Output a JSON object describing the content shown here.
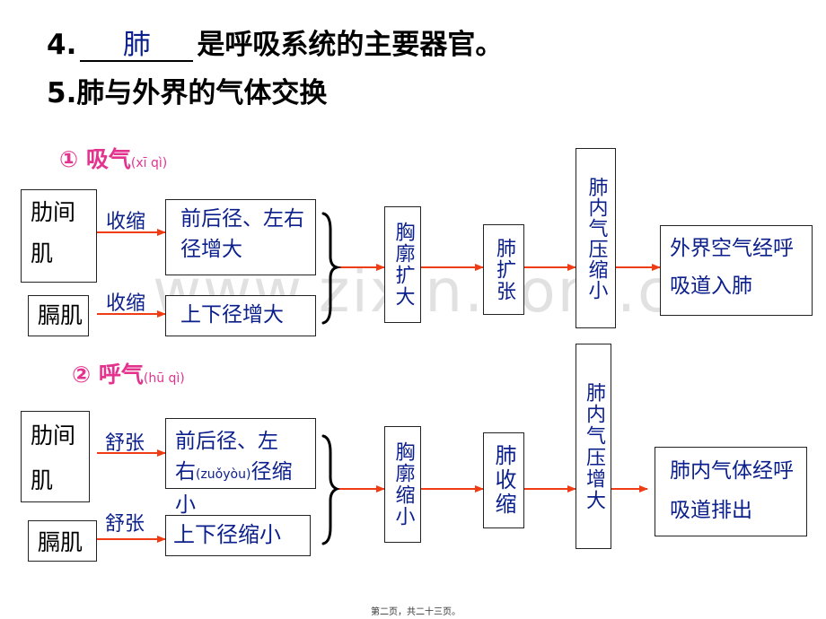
{
  "slide": {
    "q4_number": "4.",
    "q4_answer": "肺",
    "q4_rest": "是呼吸系统的主要器官。",
    "q5": "5.肺与外界的气体交换"
  },
  "inhale": {
    "title": "① 吸气",
    "pinyin": "(xī qì)",
    "rib_muscle": "肋间肌",
    "rib_action": "收缩",
    "rib_effect": "前后径、左右径增大",
    "diaphragm": "膈肌",
    "diaphragm_action": "收缩",
    "diaphragm_effect": "上下径增大",
    "thorax": "胸廓扩大",
    "lung": "肺扩张",
    "pressure": "肺内气压缩小",
    "result": "外界空气经呼吸道入肺"
  },
  "exhale": {
    "title": "② 呼气",
    "pinyin": "(hū qì)",
    "rib_muscle": "肋间肌",
    "rib_action": "舒张",
    "rib_effect_a": "前后径、左",
    "rib_effect_b": "右",
    "rib_effect_pinyin": "(zuǒyòu)",
    "rib_effect_c": "径缩",
    "rib_effect_d": "小",
    "diaphragm": "膈肌",
    "diaphragm_action": "舒张",
    "diaphragm_effect": "上下径缩小",
    "thorax": "胸廓缩小",
    "lung": "肺收缩",
    "pressure": "肺内气压增大",
    "result": "肺内气体经呼吸道排出"
  },
  "watermark": "www.zixin.com.cn",
  "footer": "第二页，共二十三页。",
  "colors": {
    "arrow": "#f03c14",
    "phase_title": "#e3338f",
    "box_text": "#0b1f8c"
  }
}
